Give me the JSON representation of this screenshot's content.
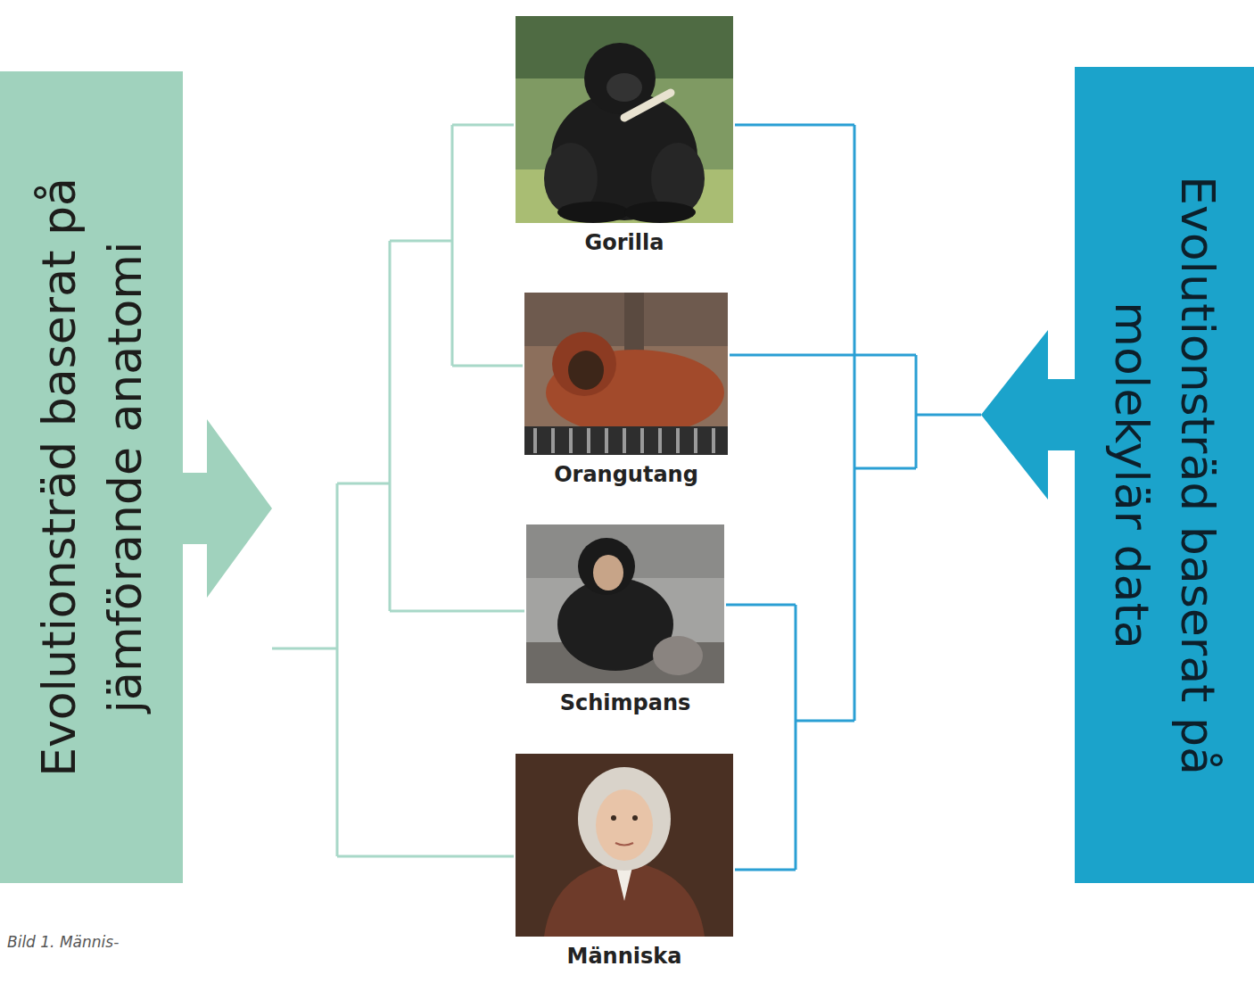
{
  "diagram": {
    "caption": "Bild 1. Männis-",
    "nodes": [
      {
        "text": [
          "Evolutionsträd baserat på jämförande anatomi"
        ]
      },
      {
        "text": [
          "Gorilla"
        ]
      },
      {
        "text": [
          "Orangutang"
        ]
      },
      {
        "text": [
          "Schimpans"
        ]
      },
      {
        "text": [
          "Människa"
        ]
      },
      {
        "text": [
          "Evolutionsträd baserat på molekylär data"
        ]
      }
    ]
  }
}
